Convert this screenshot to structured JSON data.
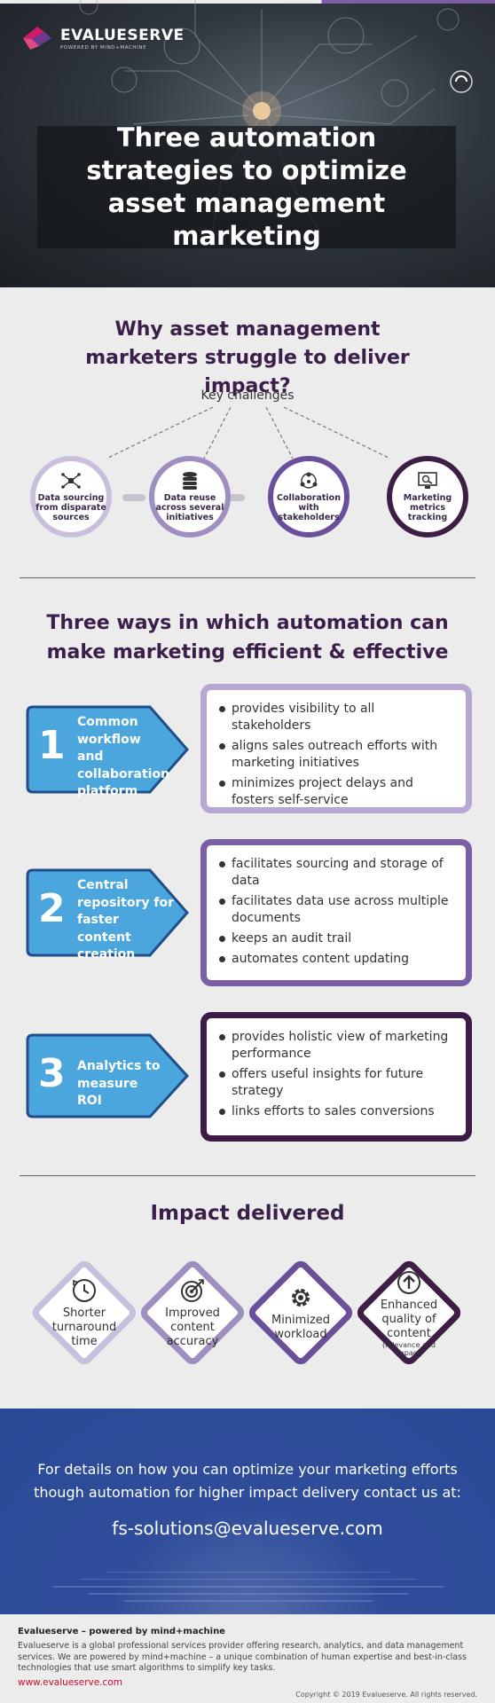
{
  "brand": {
    "name": "EVALUESERVE",
    "tagline": "POWERED BY MIND+MACHINE"
  },
  "hero": {
    "title": "Three automation strategies to optimize asset management marketing"
  },
  "challenges_section": {
    "title": "Why asset management marketers struggle to deliver impact?",
    "subtitle": "Key challenges",
    "items": [
      {
        "label": "Data sourcing from disparate sources",
        "icon": "network-icon",
        "ring_color": "#c9bfdc"
      },
      {
        "label": "Data reuse across several initiatives",
        "icon": "database-icon",
        "ring_color": "#9f8fc0"
      },
      {
        "label": "Collaboration with stakeholders",
        "icon": "collaboration-icon",
        "ring_color": "#6a4f9a"
      },
      {
        "label": "Marketing metrics tracking",
        "icon": "metrics-monitor-icon",
        "ring_color": "#3d1f45"
      }
    ]
  },
  "ways_section": {
    "title": "Three ways in which automation can make marketing efficient & effective",
    "ways": [
      {
        "number": "1",
        "title": "Common workflow and collaboration platform",
        "box_color": "#b7a8d3",
        "bullets": [
          "provides visibility to all stakeholders",
          "aligns sales outreach efforts with marketing initiatives",
          "minimizes project delays and fosters self-service"
        ]
      },
      {
        "number": "2",
        "title": "Central repository for faster content creation",
        "box_color": "#7a5fa6",
        "bullets": [
          "facilitates sourcing and storage of data",
          "facilitates data use across multiple documents",
          "keeps an audit trail",
          "automates content updating"
        ]
      },
      {
        "number": "3",
        "title": "Analytics to measure ROI",
        "box_color": "#3f1c48",
        "bullets": [
          "provides holistic view of marketing performance",
          "offers useful insights for future strategy",
          "links efforts to sales conversions"
        ]
      }
    ],
    "arrow_color": "#4aa6dc"
  },
  "impact_section": {
    "title": "Impact delivered",
    "items": [
      {
        "label": "Shorter turnaround time",
        "icon": "clock-icon",
        "border": "#c9bfdc",
        "note": ""
      },
      {
        "label": "Improved content accuracy",
        "icon": "target-icon",
        "border": "#9f8fc0",
        "note": ""
      },
      {
        "label": "Minimized workload",
        "icon": "gear-icon",
        "border": "#6a4f9a",
        "note": ""
      },
      {
        "label": "Enhanced quality of content",
        "icon": "upload-arrow-icon",
        "border": "#3d1f45",
        "note": "(relevance and impact)"
      }
    ]
  },
  "cta": {
    "text_line1": "For details on how  you can optimize your marketing efforts",
    "text_line2": "though automation for higher impact delivery contact us at:",
    "email": "fs-solutions@evalueserve.com"
  },
  "footer": {
    "heading": "Evalueserve – powered by mind+machine",
    "body": "Evalueserve is a global professional services provider offering research, analytics, and data management services. We are powered by mind+machine – a unique combination of human expertise and best-in-class technologies that use smart algorithms to simplify key tasks.",
    "link": "www.evalueserve.com",
    "copyright": "Copyright © 2019 Evalueserve. All rights reserved."
  }
}
